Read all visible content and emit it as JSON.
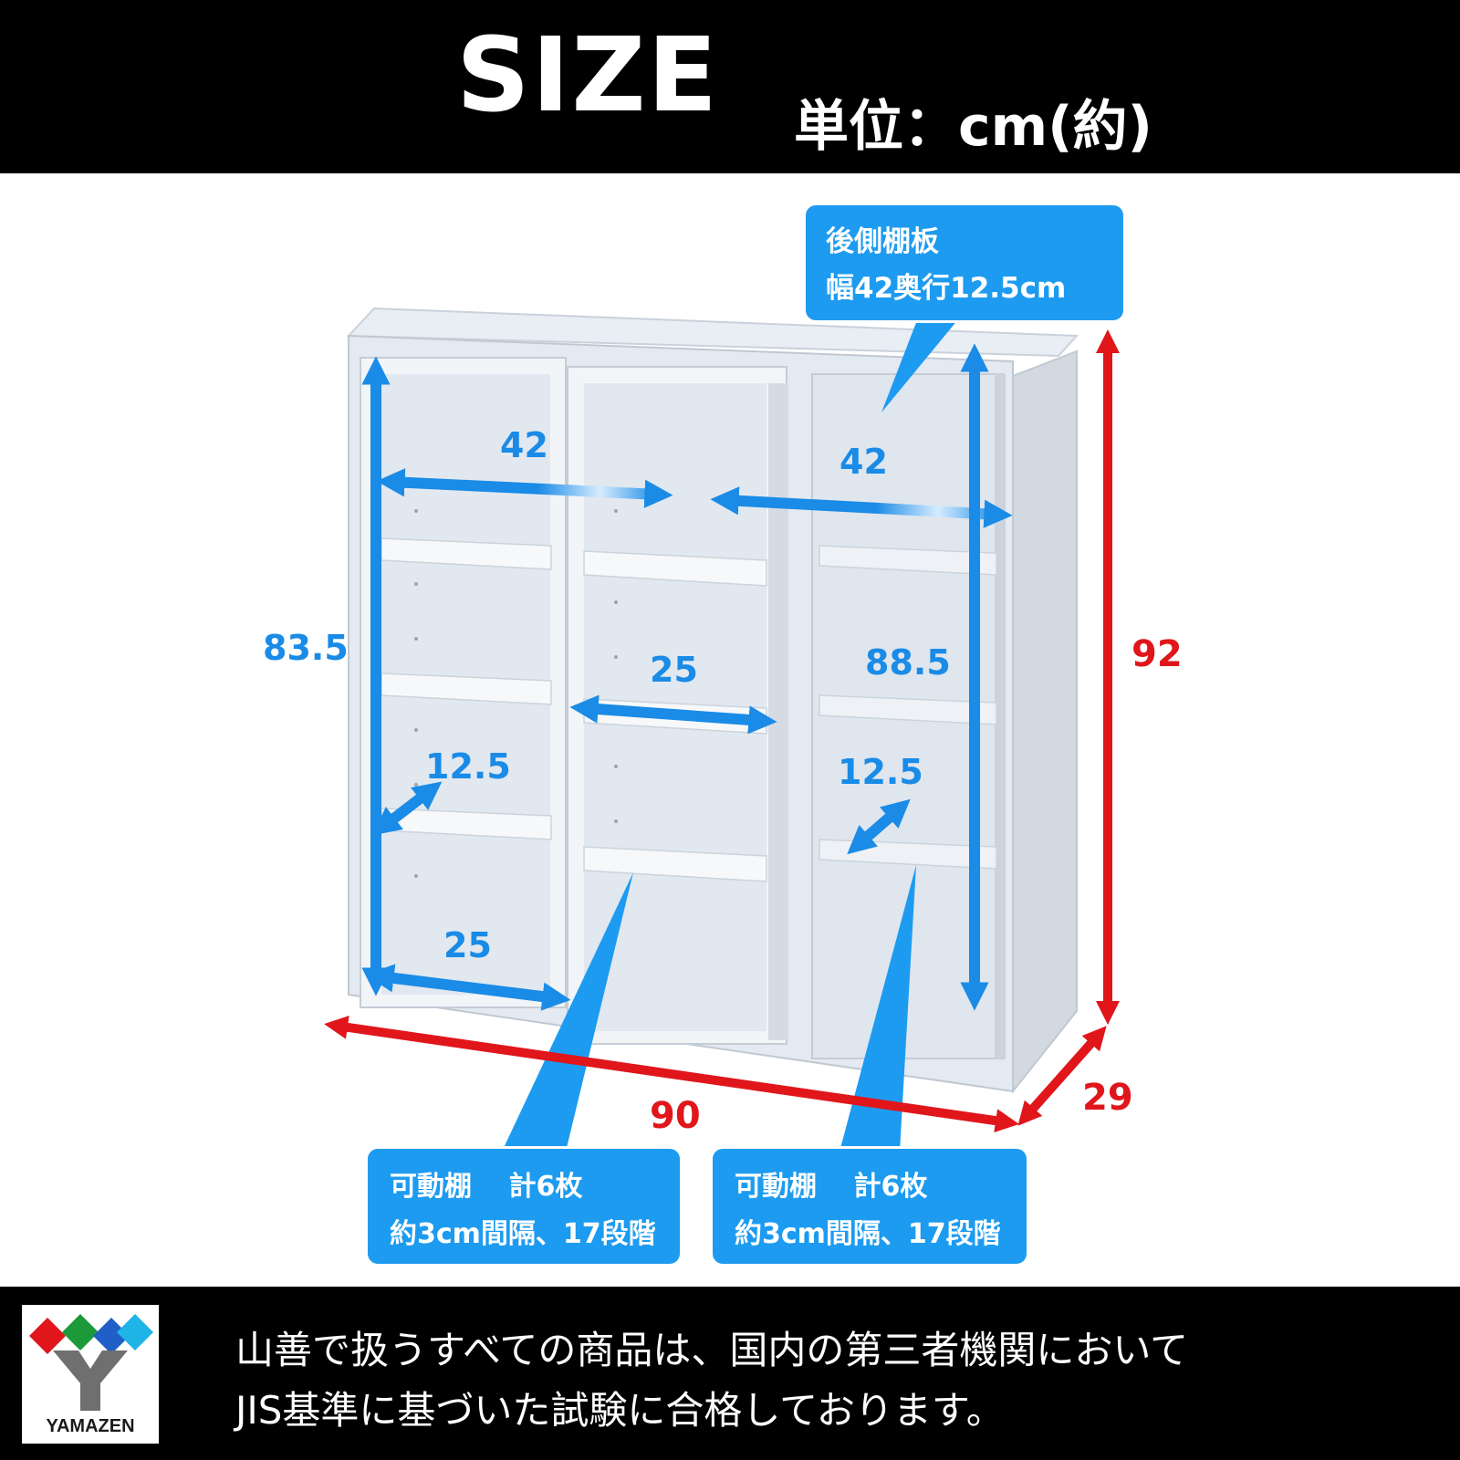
{
  "header": {
    "title": "SIZE",
    "unit": "単位：cm(約)"
  },
  "callouts": {
    "back_shelf": {
      "line1": "後側棚板",
      "line2": "幅42奥行12.5cm"
    },
    "left_shelves": {
      "line1": "可動棚　 計6枚",
      "line2": "約3cm間隔、17段階"
    },
    "right_shelves": {
      "line1": "可動棚　 計6枚",
      "line2": "約3cm間隔、17段階"
    }
  },
  "dimensions": {
    "front_width_top": "42",
    "back_width_top": "42",
    "front_inner_height": "83.5",
    "back_inner_height": "88.5",
    "middle_inner_width": "25",
    "left_bottom_width": "25",
    "left_depth": "12.5",
    "right_depth": "12.5",
    "total_height": "92",
    "total_width": "90",
    "total_depth": "29"
  },
  "footer": {
    "logo_text": "YAMAZEN",
    "line1": "山善で扱うすべての商品は、国内の第三者機関において",
    "line2": "JIS基準に基づいた試験に合格しております。"
  },
  "colors": {
    "blue": "#1a8be6",
    "red": "#e0161b",
    "callout": "#1d9bf0",
    "black": "#000000"
  }
}
